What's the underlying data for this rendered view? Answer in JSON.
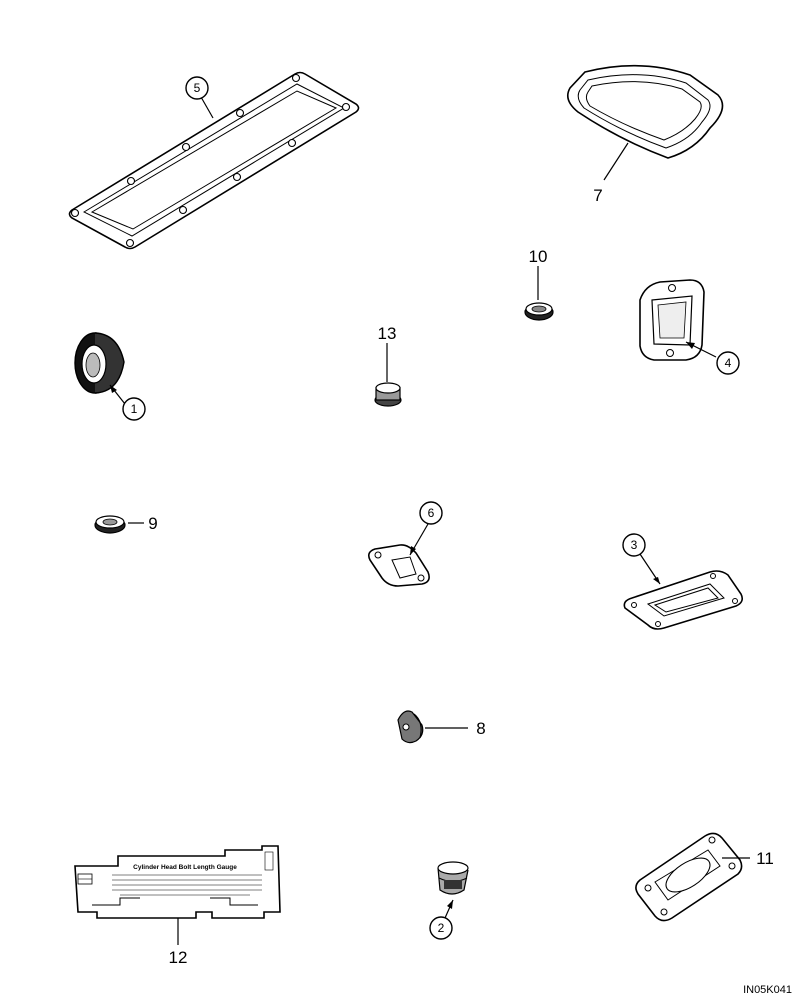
{
  "diagram": {
    "reference_code": "IN05K041",
    "callouts": {
      "c1": "1",
      "c2": "2",
      "c3": "3",
      "c4": "4",
      "c5": "5",
      "c6": "6",
      "c7": "7",
      "c8": "8",
      "c9": "9",
      "c10": "10",
      "c11": "11",
      "c12": "12",
      "c13": "13"
    },
    "gauge_card": {
      "title": "Cylinder Head Bolt Length Gauge"
    }
  }
}
